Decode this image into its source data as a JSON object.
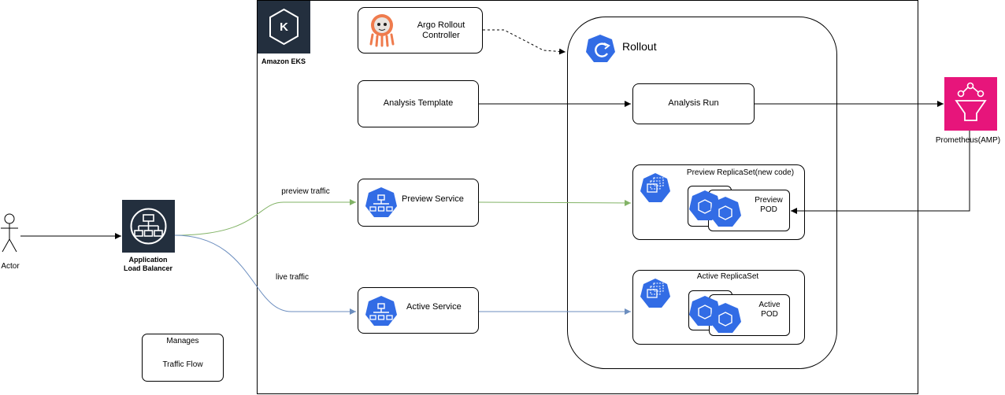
{
  "diagram": {
    "actor_label": "Actor",
    "alb_label_line1": "Application",
    "alb_label_line2": "Load Balancer",
    "eks_label": "Amazon EKS",
    "argo_line1": "Argo Rollout",
    "argo_line2": "Controller",
    "rollout_title": "Rollout",
    "analysis_template": "Analysis Template",
    "analysis_run": "Analysis Run",
    "prometheus_label": "Prometheus(AMP)",
    "preview_traffic": "preview traffic",
    "live_traffic": "live traffic",
    "preview_service": "Preview Service",
    "active_service": "Active Service",
    "preview_replicaset": "Preview ReplicaSet(new code)",
    "active_replicaset": "Active ReplicaSet",
    "preview_pod_line1": "Preview",
    "preview_pod_line2": "POD",
    "active_pod_line1": "Active",
    "active_pod_line2": "POD",
    "legend_manages": "Manages",
    "legend_traffic_flow": "Traffic Flow",
    "eks_logo_letter": "K"
  },
  "colors": {
    "eks_bg": "#232f3e",
    "k8s_blue": "#326ce5",
    "prometheus_pink": "#e7157b",
    "preview_green": "#82b366",
    "live_blue": "#6c8ebf"
  },
  "icons": [
    "person-icon",
    "load-balancer-icon",
    "eks-icon",
    "argo-octopus-icon",
    "k8s-helm-icon",
    "k8s-service-icon",
    "k8s-replicaset-icon",
    "k8s-pod-icon",
    "prometheus-icon"
  ]
}
